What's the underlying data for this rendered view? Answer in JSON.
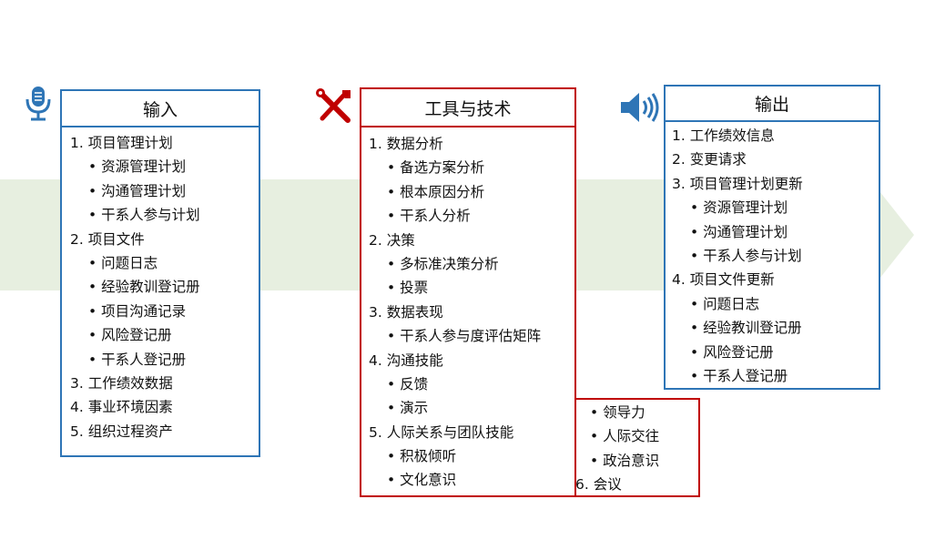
{
  "input": {
    "title": "输入",
    "items": [
      {
        "text": "1. 项目管理计划",
        "level": 0
      },
      {
        "text": "资源管理计划",
        "level": 1
      },
      {
        "text": "沟通管理计划",
        "level": 1
      },
      {
        "text": "干系人参与计划",
        "level": 1
      },
      {
        "text": "2. 项目文件",
        "level": 0
      },
      {
        "text": "问题日志",
        "level": 1
      },
      {
        "text": "经验教训登记册",
        "level": 1
      },
      {
        "text": "项目沟通记录",
        "level": 1
      },
      {
        "text": "风险登记册",
        "level": 1
      },
      {
        "text": "干系人登记册",
        "level": 1
      },
      {
        "text": "3. 工作绩效数据",
        "level": 0
      },
      {
        "text": "4. 事业环境因素",
        "level": 0
      },
      {
        "text": "5. 组织过程资产",
        "level": 0
      }
    ]
  },
  "tools": {
    "title": "工具与技术",
    "items": [
      {
        "text": "1. 数据分析",
        "level": 0
      },
      {
        "text": "备选方案分析",
        "level": 1
      },
      {
        "text": "根本原因分析",
        "level": 1
      },
      {
        "text": "干系人分析",
        "level": 1
      },
      {
        "text": "2. 决策",
        "level": 0
      },
      {
        "text": "多标准决策分析",
        "level": 1
      },
      {
        "text": "投票",
        "level": 1
      },
      {
        "text": "3. 数据表现",
        "level": 0
      },
      {
        "text": "干系人参与度评估矩阵",
        "level": 1
      },
      {
        "text": "4. 沟通技能",
        "level": 0
      },
      {
        "text": "反馈",
        "level": 1
      },
      {
        "text": "演示",
        "level": 1
      },
      {
        "text": "5. 人际关系与团队技能",
        "level": 0
      },
      {
        "text": "积极倾听",
        "level": 1
      },
      {
        "text": "文化意识",
        "level": 1
      }
    ],
    "overflow_items": [
      {
        "text": "领导力",
        "level": 1
      },
      {
        "text": "人际交往",
        "level": 1
      },
      {
        "text": "政治意识",
        "level": 1
      },
      {
        "text": "6. 会议",
        "level": 0
      }
    ]
  },
  "output": {
    "title": "输出",
    "items": [
      {
        "text": "1. 工作绩效信息",
        "level": 0
      },
      {
        "text": "2. 变更请求",
        "level": 0
      },
      {
        "text": "3. 项目管理计划更新",
        "level": 0
      },
      {
        "text": "资源管理计划",
        "level": 1
      },
      {
        "text": "沟通管理计划",
        "level": 1
      },
      {
        "text": "干系人参与计划",
        "level": 1
      },
      {
        "text": "4. 项目文件更新",
        "level": 0
      },
      {
        "text": "问题日志",
        "level": 1
      },
      {
        "text": "经验教训登记册",
        "level": 1
      },
      {
        "text": "风险登记册",
        "level": 1
      },
      {
        "text": "干系人登记册",
        "level": 1
      }
    ]
  },
  "colors": {
    "input_border": "#2e75b6",
    "tools_border": "#c00000",
    "output_border": "#2e75b6",
    "arrow_fill": "#e7efe0"
  },
  "icons": {
    "input": "microphone-icon",
    "tools": "tools-icon",
    "output": "speaker-icon"
  }
}
